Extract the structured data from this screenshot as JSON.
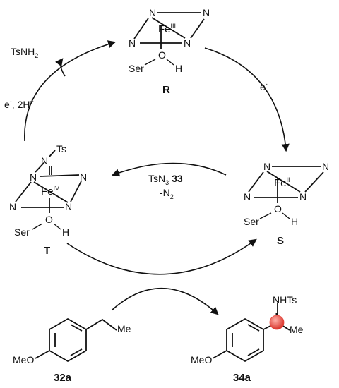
{
  "complexes": {
    "R": {
      "atoms": {
        "n1": "N",
        "n2": "N",
        "n3": "N",
        "n4": "N",
        "fe": "Fe",
        "ox": "III",
        "o": "O",
        "h": "H",
        "ser": "Ser"
      },
      "label": "R"
    },
    "S": {
      "atoms": {
        "n1": "N",
        "n2": "N",
        "n3": "N",
        "n4": "N",
        "fe": "Fe",
        "ox": "II",
        "o": "O",
        "h": "H",
        "ser": "Ser"
      },
      "label": "S"
    },
    "T": {
      "atoms": {
        "nts_n": "N",
        "ts": "Ts",
        "n1": "N",
        "n2": "N",
        "n3": "N",
        "n4": "N",
        "fe": "Fe",
        "ox": "IV",
        "o": "O",
        "h": "H",
        "ser": "Ser"
      },
      "label": "T"
    }
  },
  "arrows": {
    "top_left": {
      "label": "TsNH",
      "sub": "2"
    },
    "left": {
      "label": "e",
      "sup1": "-",
      "mid": ", 2H",
      "sup2": "+"
    },
    "right": {
      "label": "e",
      "sup": "-"
    },
    "middle": {
      "line1": "TsN",
      "sub": "3",
      "bold": "33",
      "line2": "-N",
      "sub2": "2"
    }
  },
  "substrates": {
    "s32a": {
      "meo": "MeO",
      "me": "Me",
      "label": "32a"
    },
    "s34a": {
      "meo": "MeO",
      "me": "Me",
      "nhts": "NHTs",
      "label": "34a"
    }
  },
  "colors": {
    "radical": "#e8453c"
  }
}
